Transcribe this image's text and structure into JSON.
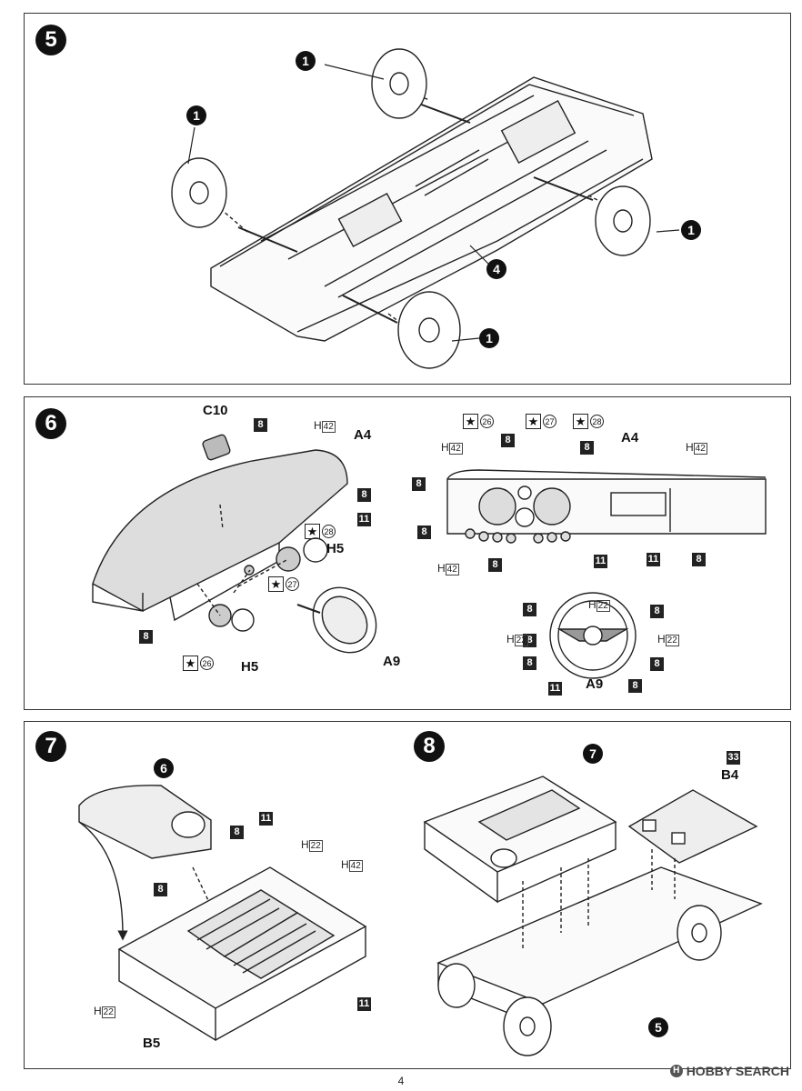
{
  "page_number": "4",
  "watermark": {
    "text": "HOBBY SEARCH",
    "icon": "hobbysearch-logo-icon"
  },
  "step5": {
    "number": "5",
    "callouts": [
      "1",
      "1",
      "1",
      "1",
      "4"
    ]
  },
  "step6": {
    "number": "6",
    "labels": {
      "c10": "C10",
      "a4_left": "A4",
      "h5_top": "H5",
      "h5_bottom": "H5",
      "a9_left": "A9",
      "a4_right": "A4",
      "a9_right": "A9"
    },
    "paint": {
      "p8": "8",
      "p11": "11"
    },
    "h_refs": {
      "h42": "H",
      "h42_num": "42",
      "h22": "H",
      "h22_num": "22"
    },
    "decals": {
      "d26": "26",
      "d27": "27",
      "d28": "28"
    }
  },
  "step7": {
    "number": "7",
    "labels": {
      "six": "6",
      "b5": "B5"
    }
  },
  "step8": {
    "number": "8",
    "labels": {
      "seven": "7",
      "five": "5",
      "b4": "B4",
      "p33": "33"
    }
  }
}
